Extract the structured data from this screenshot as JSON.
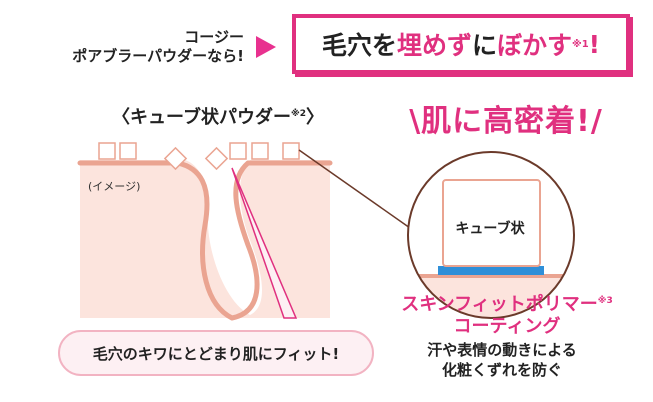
{
  "header": {
    "brand_line1": "コージー",
    "brand_line2": "ポアブラーパウダーなら!",
    "headline_a": "毛穴を",
    "headline_b": "埋めず",
    "headline_c": "に",
    "headline_d": "ぼかす",
    "headline_note": "※1",
    "headline_end": "!"
  },
  "diagram": {
    "cube_powder_title": "〈キューブ状パウダー",
    "cube_powder_note": "※2",
    "cube_powder_close": "〉",
    "image_label": "(イメージ)",
    "pore_caption": "毛穴のキワにとどまり肌にフィット!"
  },
  "closeup": {
    "adhere_title": "\\肌に高密着!/",
    "cube_label": "キューブ状",
    "polymer_line1": "スキンフィットポリマー",
    "polymer_note": "※3",
    "polymer_line2": "コーティング",
    "benefit_line1": "汗や表情の動きによる",
    "benefit_line2": "化粧くずれを防ぐ"
  },
  "colors": {
    "accent": "#e0307f",
    "skin": "#fce4dd",
    "skin_edge": "#eaa491",
    "polymer": "#2f8fd8"
  }
}
